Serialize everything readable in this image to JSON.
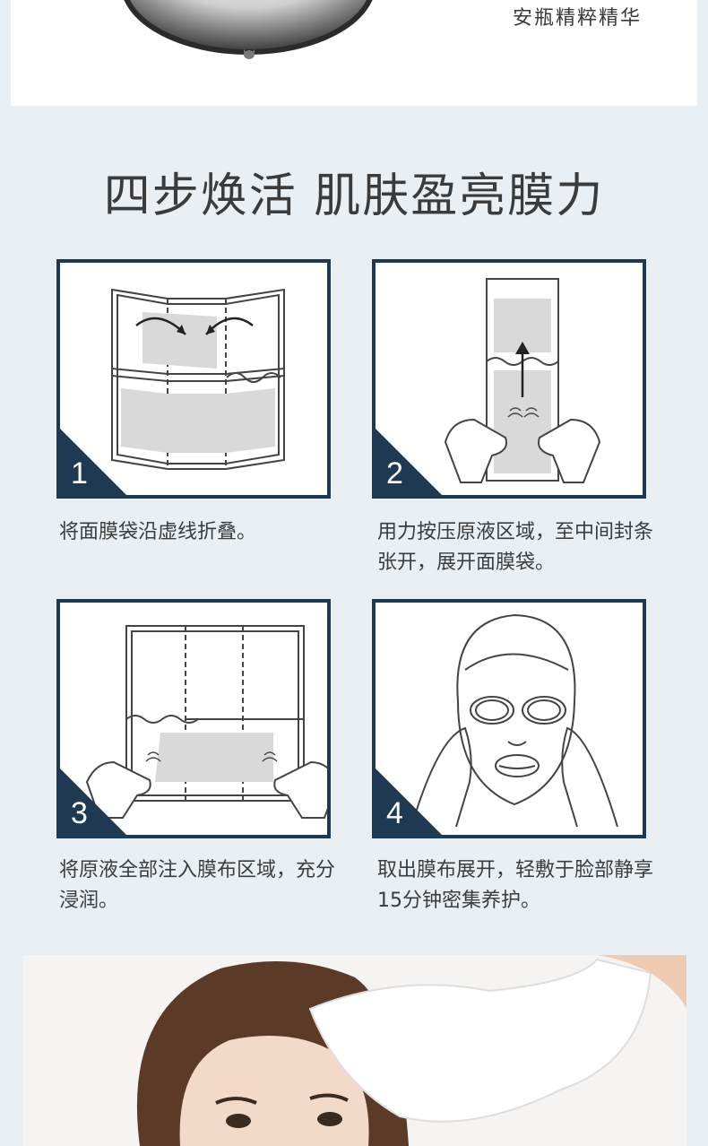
{
  "top": {
    "caption": "安瓶精粹精华"
  },
  "headline": "四步焕活 肌肤盈亮膜力",
  "steps": [
    {
      "num": "1",
      "text": "将面膜袋沿虚线折叠。"
    },
    {
      "num": "2",
      "text": "用力按压原液区域，至中间封条张开，展开面膜袋。"
    },
    {
      "num": "3",
      "text": "将原液全部注入膜布区域，充分浸润。"
    },
    {
      "num": "4",
      "text": "取出膜布展开，轻敷于脸部静享15分钟密集养护。"
    }
  ],
  "colors": {
    "navy": "#1d3a52",
    "page_bg": "#e9eff3",
    "panel_bg": "#ffffff"
  },
  "icons": [
    "ampoule-drop-icon",
    "fold-arrows-icon",
    "press-hands-icon",
    "pour-hands-icon",
    "face-mask-icon"
  ]
}
